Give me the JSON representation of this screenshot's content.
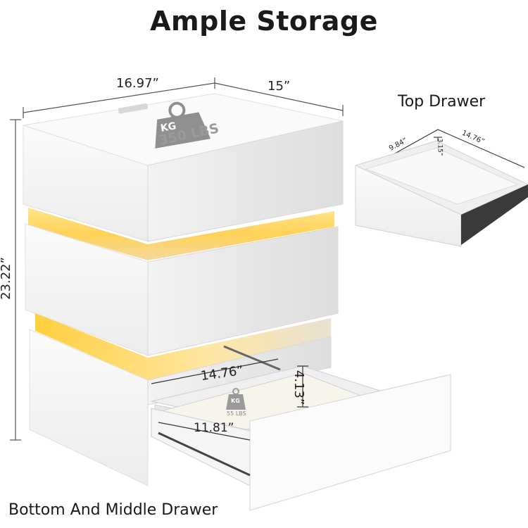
{
  "title": "Ample Storage",
  "main_dimensions": {
    "width": "16.97”",
    "depth": "15”",
    "height": "23.22”"
  },
  "top_weight": {
    "unit": "KG",
    "load": "350 LBS"
  },
  "top_drawer": {
    "caption": "Top Drawer",
    "width": "9.84”",
    "depth": "14.76”",
    "height": "3.15”"
  },
  "open_drawer": {
    "depth": "14.76”",
    "height": "4.13”",
    "width": "11.81”",
    "weight_unit": "KG",
    "weight_load": "55 LBS"
  },
  "bottom_caption": "Bottom And Middle Drawer",
  "colors": {
    "led_glow": "#ffd257",
    "cabinet": "#f6f6f6",
    "shadow": "#dcdcdc"
  }
}
